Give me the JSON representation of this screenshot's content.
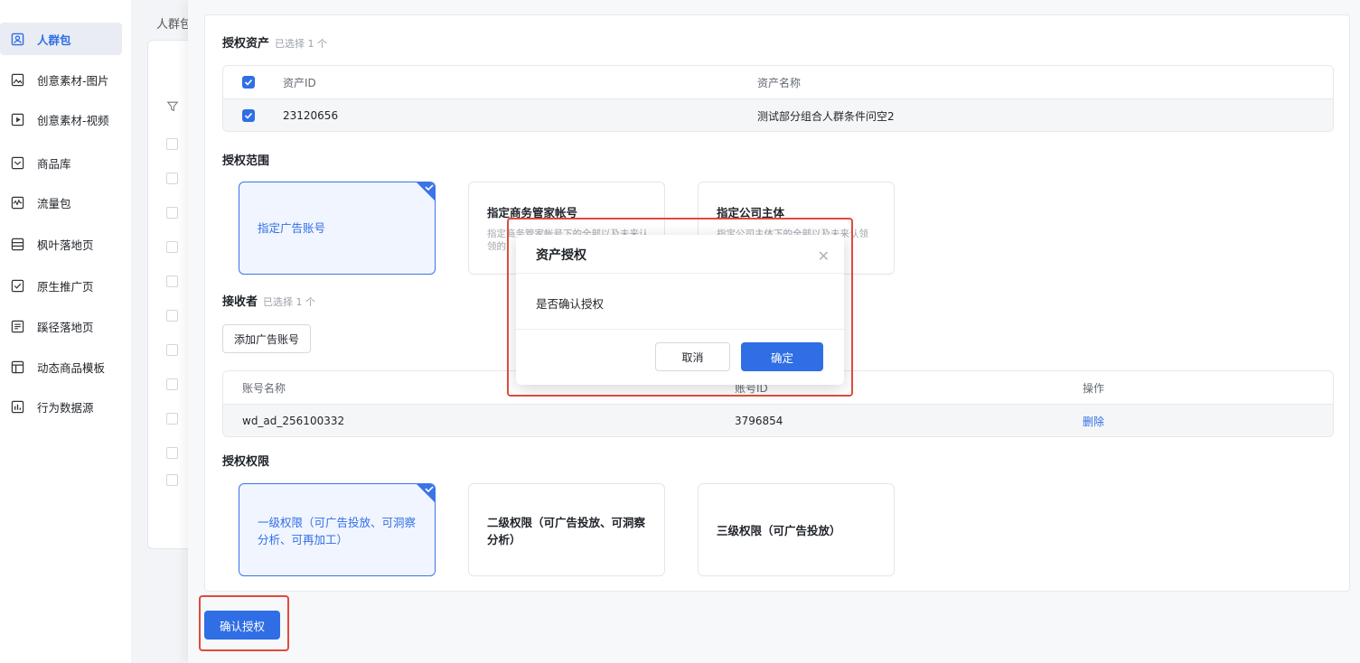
{
  "sidebar": {
    "items": [
      {
        "label": "人群包",
        "icon": "user-portrait-icon",
        "active": true
      },
      {
        "label": "创意素材-图片",
        "icon": "image-icon"
      },
      {
        "label": "创意素材-视频",
        "icon": "video-play-icon"
      },
      {
        "label": "商品库",
        "icon": "product-box-icon"
      },
      {
        "label": "流量包",
        "icon": "traffic-chart-icon"
      },
      {
        "label": "枫叶落地页",
        "icon": "list-page-icon"
      },
      {
        "label": "原生推广页",
        "icon": "check-page-icon"
      },
      {
        "label": "蹊径落地页",
        "icon": "document-icon"
      },
      {
        "label": "动态商品模板",
        "icon": "template-icon"
      },
      {
        "label": "行为数据源",
        "icon": "bar-data-icon"
      }
    ]
  },
  "background": {
    "heading": "人群包"
  },
  "drawer": {
    "assets": {
      "title": "授权资产",
      "sub": "已选择 1 个",
      "col_id": "资产ID",
      "col_name": "资产名称",
      "row": {
        "id": "23120656",
        "name": "测试部分组合人群条件问空2"
      }
    },
    "scope": {
      "title": "授权范围",
      "options": [
        {
          "label": "指定广告账号",
          "desc": "",
          "selected": true
        },
        {
          "label": "指定商务管家帐号",
          "desc": "指定商务管家帐号下的全部以及未来认领的"
        },
        {
          "label": "指定公司主体",
          "desc": "指定公司主体下的全部以及未来认领"
        }
      ]
    },
    "receiver": {
      "title": "接收者",
      "sub": "已选择 1 个",
      "add_button": "添加广告账号",
      "col_name": "账号名称",
      "col_id": "账号ID",
      "col_action": "操作",
      "row": {
        "name": "wd_ad_256100332",
        "id": "3796854",
        "action": "删除"
      }
    },
    "permission": {
      "title": "授权权限",
      "options": [
        {
          "label": "一级权限（可广告投放、可洞察分析、可再加工）",
          "selected": true
        },
        {
          "label": "二级权限（可广告投放、可洞察分析）"
        },
        {
          "label": "三级权限（可广告投放）"
        }
      ]
    },
    "confirm_button": "确认授权"
  },
  "dialog": {
    "title": "资产授权",
    "message": "是否确认授权",
    "cancel": "取消",
    "ok": "确定"
  },
  "colors": {
    "primary": "#2f6ee5",
    "highlight": "#e04b3c"
  }
}
